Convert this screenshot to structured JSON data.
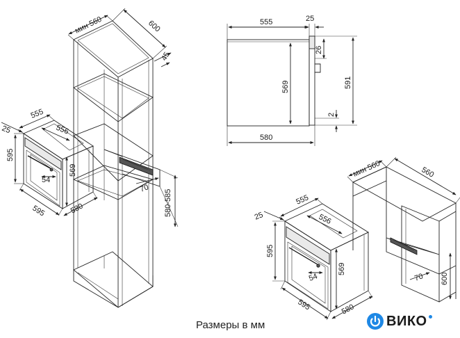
{
  "caption": "Размеры в мм",
  "brand": {
    "name": "ВИКО",
    "color": "#1e88e5"
  },
  "dims": {
    "tall": {
      "min560": "мин 560",
      "d600": "600",
      "d45": "45",
      "d70": "70",
      "d580_585": "580-585"
    },
    "oven_left": {
      "d555": "555",
      "d25": "25",
      "d556": "556",
      "d595h": "595",
      "d569": "569",
      "d54": "54",
      "d595w": "595",
      "d580": "580"
    },
    "side": {
      "d555": "555",
      "d25": "25",
      "d26": "26",
      "d569": "569",
      "d591": "591",
      "d2": "2",
      "d580": "580"
    },
    "under": {
      "min560": "мин 560",
      "d560": "560",
      "d555": "555",
      "d25": "25",
      "d556": "556",
      "d595h": "595",
      "d569": "569",
      "d54": "54",
      "d70": "70",
      "d600": "600",
      "d595w": "595",
      "d580": "580"
    }
  }
}
